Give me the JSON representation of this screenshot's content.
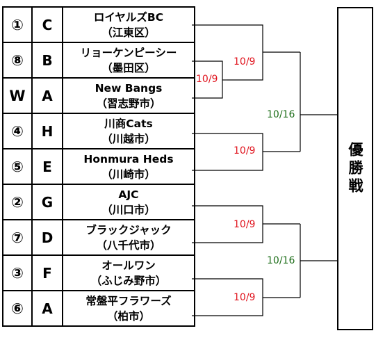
{
  "teams": [
    {
      "seed": "①",
      "block": "C",
      "name": "ロイヤルズBC",
      "city": "（江東区）"
    },
    {
      "seed": "⑧",
      "block": "B",
      "name": "リョーケンピーシー",
      "city": "（墨田区）"
    },
    {
      "seed": "W",
      "block": "A",
      "name": "New Bangs",
      "city": "（習志野市）"
    },
    {
      "seed": "④",
      "block": "H",
      "name": "川商Cats",
      "city": "（川越市）"
    },
    {
      "seed": "⑤",
      "block": "E",
      "name": "Honmura Heds",
      "city": "（川崎市）"
    },
    {
      "seed": "②",
      "block": "G",
      "name": "AJC",
      "city": "（川口市）"
    },
    {
      "seed": "⑦",
      "block": "D",
      "name": "ブラックジャック",
      "city": "（八千代市）"
    },
    {
      "seed": "③",
      "block": "F",
      "name": "オールワン",
      "city": "（ふじみ野市）"
    },
    {
      "seed": "⑥",
      "block": "A",
      "name": "常盤平フラワーズ",
      "city": "（柏市）"
    }
  ],
  "dates": {
    "round0": "10/9",
    "round1_top": "10/9",
    "round1_b": "10/9",
    "round1_c": "10/9",
    "round1_d": "10/9",
    "semi_top": "10/16",
    "semi_bottom": "10/16"
  },
  "final_label": "優勝戦",
  "colors": {
    "date_red": "#e0141e",
    "date_green": "#1c6d18",
    "line": "#000000"
  }
}
